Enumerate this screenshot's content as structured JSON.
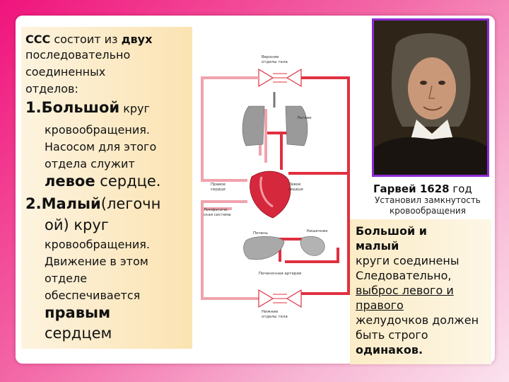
{
  "left": {
    "p1_a": "ССС",
    "p1_b": " состоит из ",
    "p1_c": "двух",
    "p1_line2": "последовательно",
    "p1_line3": "соединенных",
    "p1_line4": "отделов:",
    "i1_num": "1.",
    "i1_bold": "Большой",
    "i1_rest": " круг",
    "i1_line2": "кровообращения.",
    "i1_line3": "Насосом для этого",
    "i1_line4": "отдела служит",
    "i1_bold2": "левое",
    "i1_rest2": " сердце.",
    "i2_num": "2.",
    "i2_bold": "Малый",
    "i2_rest": "(легочн",
    "i2_line2": "ой) круг",
    "i2_line3": "кровообращения.",
    "i2_line4": "Движение в этом",
    "i2_line5": "отделе",
    "i2_line6": "обеспечивается",
    "i2_bold2": "правым",
    "i2_line8": "сердцем"
  },
  "diagram": {
    "label_upper": [
      "Верхние",
      "отделы тела"
    ],
    "label_lungs": "Легкие",
    "label_right_heart": [
      "Правое",
      "сердце"
    ],
    "label_left_heart": [
      "Левое",
      "сердце"
    ],
    "label_lymph": [
      "Лимфатиче-",
      "ская система"
    ],
    "label_liver": "Печень",
    "label_intestine": "Кишечник",
    "label_hepatic_artery": "Печеночная артерия",
    "label_lower": [
      "Нижние",
      "отделы тела"
    ]
  },
  "harvey": {
    "name": "Гарвей",
    "year": " 1628",
    "year_word": " год",
    "sub_line1": "Установил замкнутость",
    "sub_line2": "кровообращения"
  },
  "right": {
    "l1": "Большой  и",
    "l2": "малый",
    "l3": "круги соединены",
    "l4": "Следовательно,",
    "l5": "выброс левого и",
    "l6": "правого ",
    "l7": "желудочков должен",
    "l8": "быть строго",
    "l9": "одинаков."
  },
  "colors": {
    "arterial": "#e0303f",
    "venous": "#f0a3ad",
    "frame": "#8e2bd3"
  }
}
